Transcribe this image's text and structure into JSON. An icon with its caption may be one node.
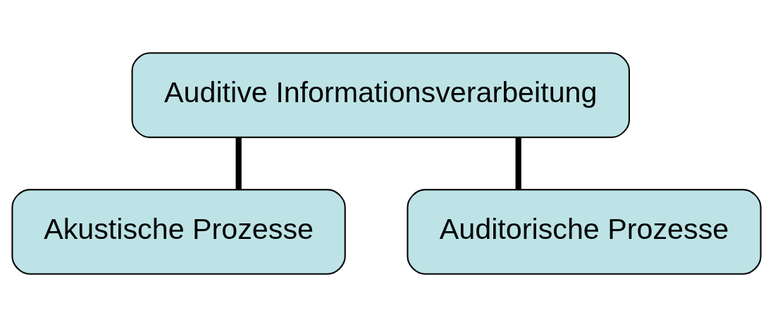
{
  "diagram": {
    "nodes": [
      {
        "text": [
          "Auditive Informationsverarbeitung"
        ]
      },
      {
        "text": [
          "Akustische Prozesse"
        ]
      },
      {
        "text": [
          "Auditorische Prozesse"
        ]
      }
    ],
    "edges": [
      {
        "from": 0,
        "to": 1,
        "arrow": "none"
      },
      {
        "from": 0,
        "to": 2,
        "arrow": "none"
      }
    ]
  }
}
